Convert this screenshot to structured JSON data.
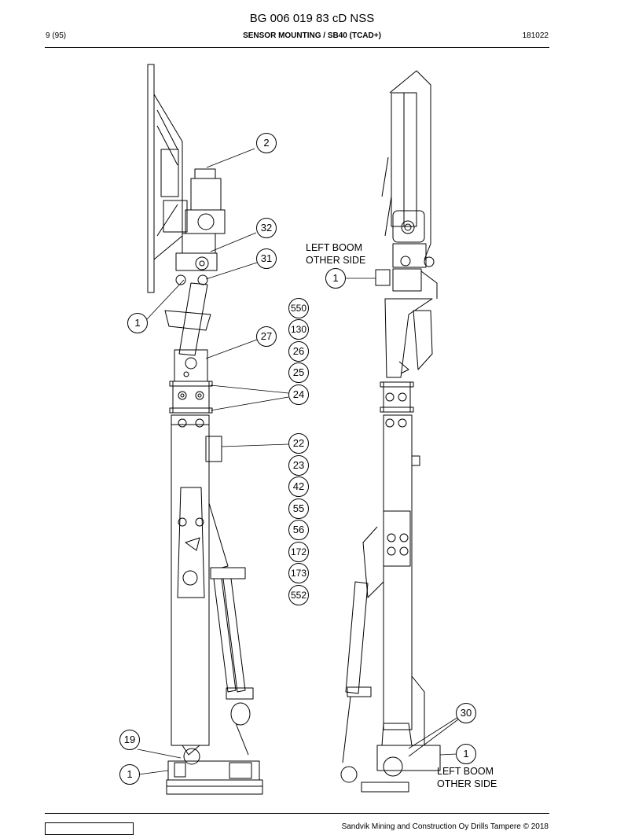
{
  "header": {
    "doc_number": "BG 006 019 83 cD NSS",
    "page": "9 (95)",
    "section": "SENSOR MOUNTING / SB40 (TCAD+)",
    "date_code": "181022"
  },
  "footer": {
    "copyright": "Sandvik Mining and Construction Oy Drills Tampere © 2018"
  },
  "notes": {
    "left_boom_top": "LEFT BOOM\nOTHER SIDE",
    "left_boom_bottom": "LEFT BOOM\nOTHER SIDE"
  },
  "callouts": {
    "c2": "2",
    "c32": "32",
    "c31": "31",
    "c1_left_upper": "1",
    "c1_mid": "1",
    "c27": "27",
    "c550": "550",
    "c130": "130",
    "c26": "26",
    "c25": "25",
    "c24": "24",
    "c22": "22",
    "c23": "23",
    "c42": "42",
    "c55": "55",
    "c56": "56",
    "c172": "172",
    "c173": "173",
    "c552": "552",
    "c30": "30",
    "c1_right_lower": "1",
    "c19": "19",
    "c1_left_lower": "1"
  }
}
